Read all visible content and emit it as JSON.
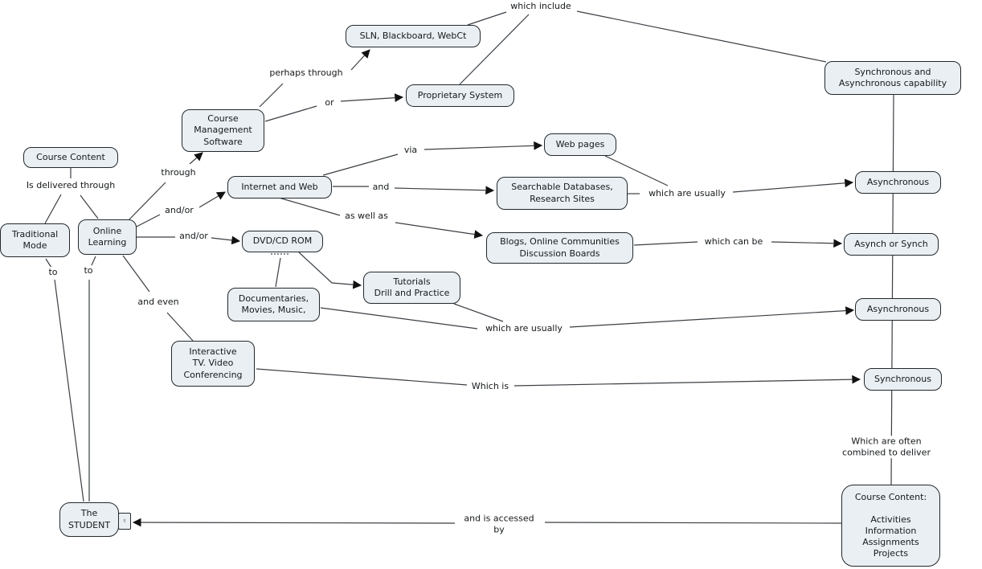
{
  "diagram": {
    "type": "concept-map",
    "colors": {
      "background": "#ffffff",
      "node_fill": "#e9eff2",
      "node_border": "#23282c",
      "connector": "#3a3f44",
      "arrowhead": "#111111",
      "text": "#15191c"
    },
    "nodes": {
      "course_content": "Course Content",
      "traditional_mode": "Traditional\nMode",
      "online_learning": "Online\nLearning",
      "course_management_software": "Course\nManagement\nSoftware",
      "sln_blackboard_webct": "SLN, Blackboard, WebCt",
      "proprietary_system": "Proprietary System",
      "internet_and_web": "Internet and Web",
      "web_pages": "Web pages",
      "searchable_databases": "Searchable Databases,\nResearch Sites",
      "blogs_communities": "Blogs, Online Communities\nDiscussion Boards",
      "dvd_cd_rom": "DVD/CD ROM",
      "tutorials_drill_practice": "Tutorials\nDrill and Practice",
      "documentaries_movies_music": "Documentaries,\nMovies, Music,",
      "interactive_tv_video": "Interactive\nTV. Video\nConferencing",
      "sync_async_capability": "Synchronous and\nAsynchronous capability",
      "asynchronous_1": "Asynchronous",
      "asynch_or_synch": "Asynch or Synch",
      "asynchronous_2": "Asynchronous",
      "synchronous": "Synchronous",
      "course_content_detail": "Course Content:\n\nActivities\nInformation\nAssignments\nProjects",
      "the_student": "The\nSTUDENT"
    },
    "links": {
      "which_include": "which include",
      "perhaps_through": "perhaps through",
      "or": "or",
      "through": "through",
      "is_delivered_through": "Is delivered through",
      "via": "via",
      "and": "and",
      "and_or_1": "and/or",
      "and_or_2": "and/or",
      "as_well_as": "as well as",
      "which_are_usually_1": "which are usually",
      "which_can_be": "which can be",
      "to_1": "to",
      "to_2": "to",
      "and_even": "and even",
      "which_are_usually_2": "which are usually",
      "which_is": "Which is",
      "combined": "Which are often combined to deliver",
      "accessed_by": "and is accessed\nby"
    }
  }
}
